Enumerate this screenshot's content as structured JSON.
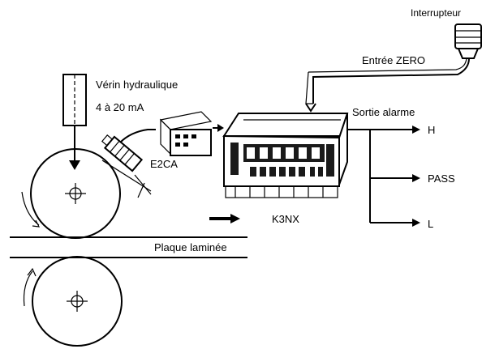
{
  "labels": {
    "switch": "Interrupteur",
    "zero_input": "Entrée ZERO",
    "cylinder": "Vérin hydraulique",
    "current": "4 à 20 mA",
    "alarm_output": "Sortie alarme",
    "out_h": "H",
    "out_pass": "PASS",
    "out_l": "L",
    "sensor": "E2CA",
    "meter": "K3NX",
    "sheet": "Plaque laminée"
  },
  "colors": {
    "ink": "#000000",
    "background": "#ffffff",
    "panel": "#1a1a1a"
  }
}
